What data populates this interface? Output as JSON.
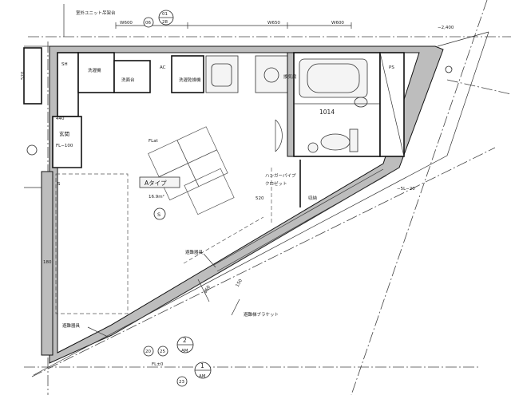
{
  "labels": {
    "top_note": "室外ユニット吊架台",
    "dim_top_1": "W600",
    "dim_top_2": "W650",
    "dim_top_3": "W600",
    "dim_right": "−2,400",
    "dim_right_2": "−5L−20",
    "sh": "SH",
    "laundry": "洗濯機",
    "washstand": "洗面台",
    "ac": "AC",
    "range_hood": "換気扇",
    "wash_dryer": "洗濯乾燥機",
    "ps": "PS",
    "unit_bath": "1014",
    "entrance_dim": "440",
    "entrance": "玄関",
    "entrance_code": "FL−100",
    "s_mark": "S",
    "flat": "FLat",
    "room_name": "Aタイプ",
    "room_area": "16.9m²",
    "room_bubble": "S",
    "hanger": "ハンガーパイプ",
    "closet": "クロゼット",
    "closet_dim": "520",
    "storage": "収納",
    "handrail_1": "避難器具",
    "handrail_2": "避難器具",
    "bracket": "避難梯ブラケット",
    "dim_diag_1": "850",
    "dim_diag_2": "150",
    "dim_left": "180",
    "left_dim_top": "520",
    "section_1_num": "2",
    "section_1_sheet": "AM",
    "section_2_num": "1",
    "section_2_sheet": "AM",
    "tag_20": "20",
    "tag_25": "25",
    "tag_fl": "FL±0",
    "tag_23": "23",
    "tag_06": "06",
    "tag_01": "01",
    "tag_28": "28"
  }
}
